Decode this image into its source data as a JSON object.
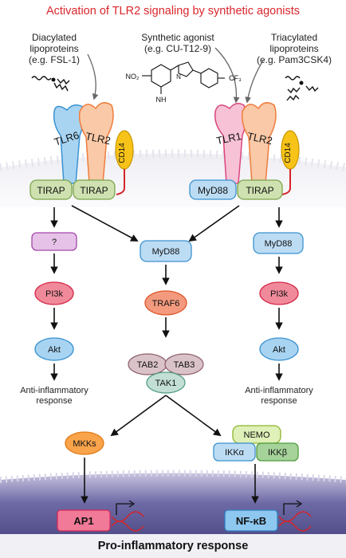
{
  "title": "Activation of TLR2 signaling by synthetic agonists",
  "ligands": {
    "diacylated": "Diacylated\nlipoproteins\n(e.g. FSL-1)",
    "synthetic": "Synthetic agonist\n(e.g. CU-T12-9)",
    "triacylated": "Triacylated\nlipoproteins\n(e.g. Pam3CSK4)"
  },
  "molecule_labels": {
    "no2": "NO₂",
    "nh": "NH",
    "cf3": "CF₃"
  },
  "receptors": {
    "tlr6": "TLR6",
    "tlr2_left": "TLR2",
    "tlr1": "TLR1",
    "tlr2_right": "TLR2",
    "cd14_left": "CD14",
    "cd14_right": "CD14"
  },
  "adaptors": {
    "tirap_1": "TIRAP",
    "tirap_2": "TIRAP",
    "myd88_adaptor": "MyD88",
    "tirap_3": "TIRAP"
  },
  "left_path": {
    "unknown": "?",
    "pi3k": "PI3k",
    "akt": "Akt",
    "response": "Anti-inflammatory\nresponse"
  },
  "center_path": {
    "myd88": "MyD88",
    "traf6": "TRAF6",
    "tab2": "TAB2",
    "tab3": "TAB3",
    "tak1": "TAK1"
  },
  "right_path": {
    "myd88": "MyD88",
    "pi3k": "PI3k",
    "akt": "Akt",
    "response": "Anti-inflammatory\nresponse"
  },
  "lower": {
    "mkks": "MKKs",
    "nemo": "NEMO",
    "ikka": "IKKα",
    "ikkb": "IKKβ",
    "ap1": "AP1",
    "nfkb": "NF-κB"
  },
  "footer": "Pro-inflammatory response"
}
